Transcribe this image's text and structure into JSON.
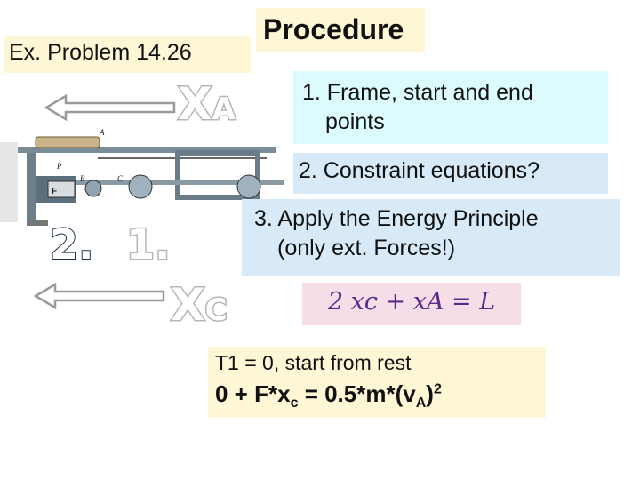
{
  "problem_title": "Ex. Problem 14.26",
  "procedure_title": "Procedure",
  "steps": {
    "step1_line1": "1. Frame, start and end",
    "step1_line2": "points",
    "step2": "2. Constraint equations?",
    "step3_line1": "3. Apply the Energy Principle",
    "step3_line2": "(only ext. Forces!)"
  },
  "constraint_equation": "2 xc + xA = L",
  "energy": {
    "line1": "T1 = 0, start from rest",
    "line2_prefix": "0 + F*x",
    "line2_sub_c": "c",
    "line2_mid": " = 0.5*m*(v",
    "line2_sub_a": "A",
    "line2_close": ")",
    "line2_sup": "2"
  },
  "figure": {
    "xa_main": "X",
    "xa_sub": "A",
    "xc_main": "X",
    "xc_sub": "C",
    "label_2": "2.",
    "label_1": "1.",
    "diagram_label_a": "A",
    "diagram_label_b": "B",
    "diagram_label_c": "C",
    "diagram_label_p": "P",
    "diagram_label_f": "F"
  }
}
